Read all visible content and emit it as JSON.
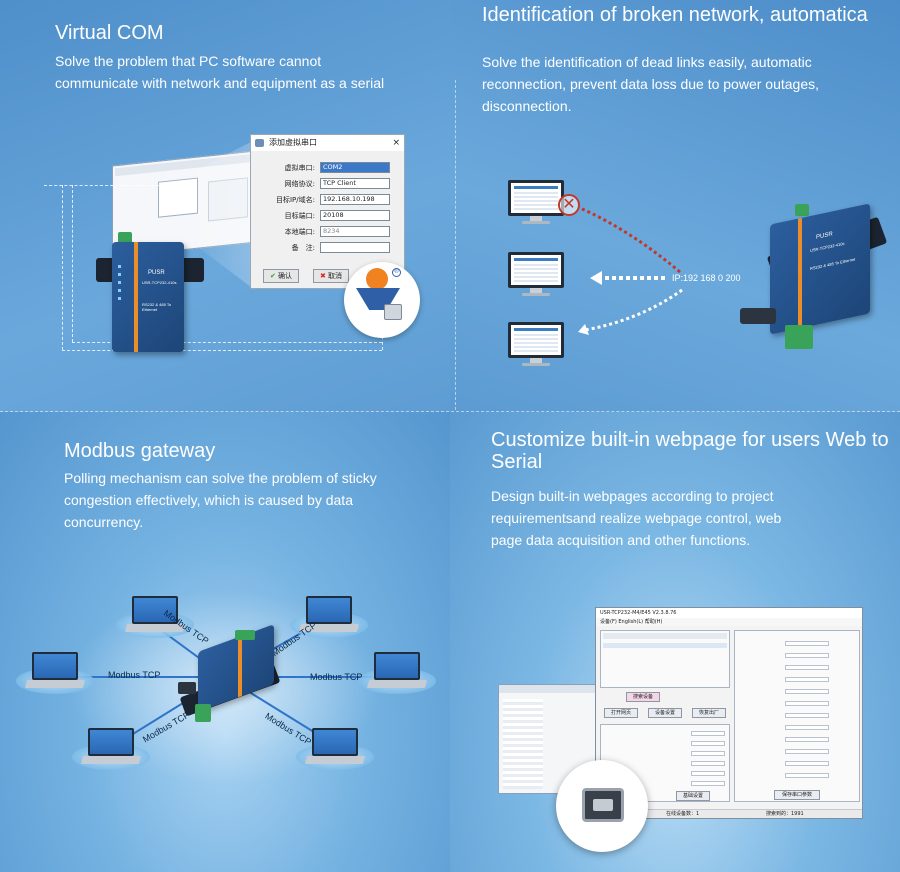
{
  "panels": {
    "virtual_com": {
      "title": "Virtual COM",
      "description": "Solve the problem that PC software cannot communicate with network and equipment as a serial",
      "dialog": {
        "title": "添加虚拟串口",
        "close": "×",
        "rows": [
          {
            "label": "虚拟串口:",
            "value": "COM2"
          },
          {
            "label": "网络协议:",
            "value": "TCP Client"
          },
          {
            "label": "目标IP/域名:",
            "value": "192.168.10.198"
          },
          {
            "label": "目标端口:",
            "value": "20108"
          },
          {
            "label": "本地端口:",
            "value": "8234"
          },
          {
            "label": "备　注:",
            "value": ""
          }
        ],
        "ok_label": "确认",
        "cancel_label": "取消"
      },
      "device": {
        "brand": "PUSR",
        "model": "USR-TCP232-410s",
        "sub": "RS232 & 485 To Ethernet"
      }
    },
    "broken_network": {
      "title": "Identification of broken network, automatica",
      "description": "Solve the identification of dead links easily, automatic reconnection, prevent data loss due to power outages, disconnection.",
      "ip_label": "IP:192 168 0 200",
      "device": {
        "brand": "PUSR",
        "model": "USR-TCP232-410s",
        "sub": "RS232 & 485 To Ethernet"
      }
    },
    "modbus": {
      "title": "Modbus gateway",
      "description": "Polling mechanism can solve the problem of sticky congestion effectively, which is caused by data concurrency.",
      "link_labels": [
        "Modbus TCP",
        "Modbus TCP",
        "Modbus TCP",
        "Modbus TCP",
        "Modbus TCP",
        "Modbus TCP"
      ]
    },
    "webpage": {
      "title": "Customize built-in webpage for users Web to Serial",
      "description": "Design built-in webpages according to project requirementsand realize webpage control, web page data acquisition and other functions.",
      "software": {
        "title": "USR-TCP232-M4/E45 V2.3.8.76",
        "menu": "设备(F)   English(L)   帮助(H)",
        "search_button": "搜索设备",
        "open_button": "打开网页",
        "save_button": "设备设置",
        "factory_button": "恢复出厂",
        "set_button": "基础设置",
        "serial_button": "保存串口参数",
        "status_left": "在线设备数：1",
        "status_right": "搜索到的：1991"
      }
    }
  }
}
